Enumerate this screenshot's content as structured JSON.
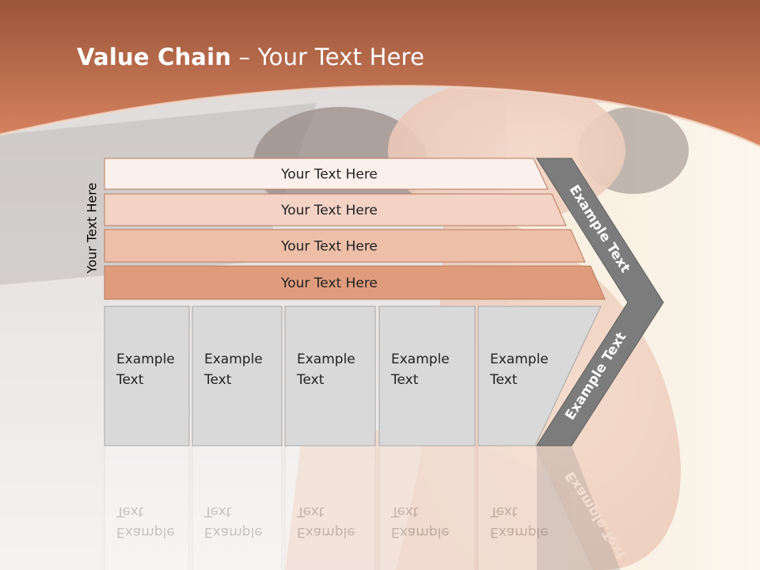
{
  "title": {
    "bold": "Value Chain",
    "rest": " – Your Text Here"
  },
  "side_label": "Your Text Here",
  "bars": [
    {
      "label": "Your Text Here",
      "color": "#fbf0eb"
    },
    {
      "label": "Your Text Here",
      "color": "#f3d3c6"
    },
    {
      "label": "Your Text Here",
      "color": "#edbfa8"
    },
    {
      "label": "Your Text Here",
      "color": "#df9c7d"
    }
  ],
  "columns": [
    {
      "line1": "Example",
      "line2": "Text"
    },
    {
      "line1": "Example",
      "line2": "Text"
    },
    {
      "line1": "Example",
      "line2": "Text"
    },
    {
      "line1": "Example",
      "line2": "Text"
    },
    {
      "line1": "Example",
      "line2": "Text"
    }
  ],
  "chevron": {
    "top_label": "Example Text",
    "bottom_label": "Example Text",
    "color": "#7c7c7c"
  },
  "colors": {
    "header": "#c4724d",
    "column_fill": "#d9d9d9",
    "bar_border": "#b8785c"
  }
}
